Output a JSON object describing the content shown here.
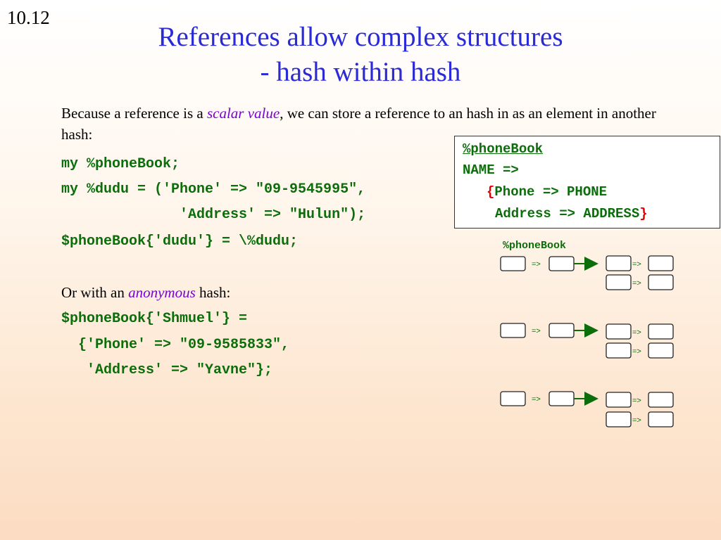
{
  "slide_number": "10.12",
  "title": {
    "line1": "References allow complex structures",
    "line2": "- hash within hash"
  },
  "intro": {
    "before": "Because a reference is a ",
    "emphasis": "scalar value",
    "after": ", we can store a reference to an hash in as an element in another hash:"
  },
  "code1": [
    "my %phoneBook;",
    "my %dudu = ('Phone' => \"09-9545995\",",
    "              'Address' => \"Hulun\");",
    "$phoneBook{'dudu'} = \\%dudu;"
  ],
  "anon": {
    "before": "Or with an ",
    "emphasis": "anonymous",
    "after": " hash:"
  },
  "code2": [
    "$phoneBook{'Shmuel'} =",
    "  {'Phone' => \"09-9585833\",",
    "   'Address' => \"Yavne\"};"
  ],
  "legend": {
    "title": "%phoneBook",
    "name_line": "NAME =>",
    "open_brace": "{",
    "phone_line": "Phone => PHONE",
    "address_line": "Address => ADDRESS",
    "close_brace": "}"
  },
  "diagram": {
    "label": "%phoneBook",
    "arrow_text": "=>",
    "rows": 3,
    "inner_entries_per_row": 2
  },
  "colors": {
    "title": "#2a2ad6",
    "code": "#0b6e0b",
    "emphasis": "#7a00d6",
    "brace": "#e00000"
  }
}
